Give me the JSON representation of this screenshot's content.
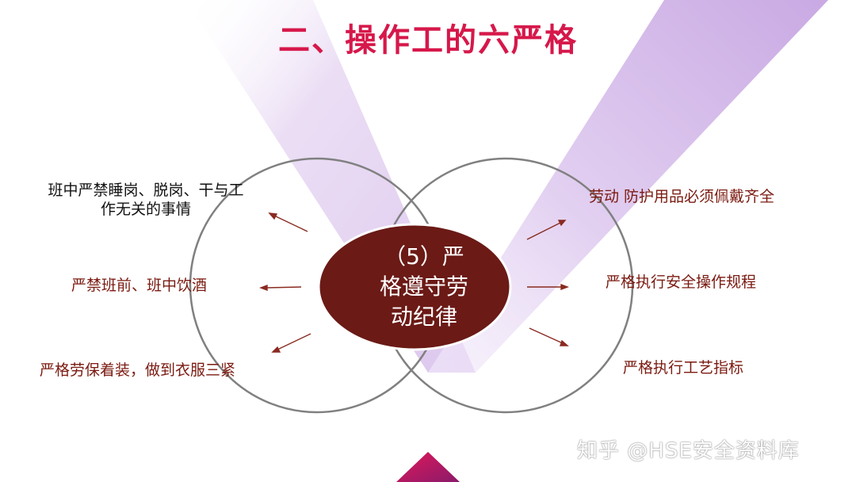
{
  "title": "二、操作工的六严格",
  "center": {
    "line1": "（5）严",
    "line2": "格遵守劳",
    "line3": "动纪律"
  },
  "left_items": [
    "班中严禁睡岗、脱岗、干与工",
    "作无关的事情",
    "严禁班前、班中饮酒",
    "严格劳保着装，做到衣服三紧"
  ],
  "right_items": [
    "劳动 防护用品必须佩戴齐全",
    "严格执行安全操作规程",
    "严格执行工艺指标"
  ],
  "watermark": "知乎 @HSE安全资料库",
  "colors": {
    "title": "#d6184a",
    "center_fill": "#6b1a16",
    "item_text": "#7a1a10",
    "band": "#d9c2ec",
    "circle_stroke": "#808080"
  }
}
